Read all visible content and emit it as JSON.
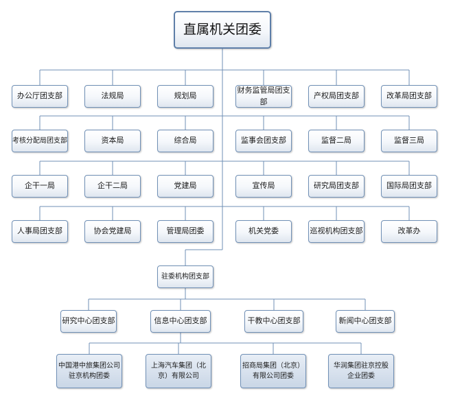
{
  "root": "直属机关团委",
  "row1": [
    "办公厅团支部",
    "法规局",
    "规划局",
    "财务监管局团支部",
    "产权局团支部",
    "改革局团支部"
  ],
  "row2": [
    "考核分配局团支部",
    "资本局",
    "综合局",
    "监事会团支部",
    "监督二局",
    "监督三局"
  ],
  "row3": [
    "企干一局",
    "企干二局",
    "党建局",
    "宣传局",
    "研究局团支部",
    "国际局团支部"
  ],
  "row4": [
    "人事局团支部",
    "协会党建局",
    "管理局团委",
    "机关党委",
    "巡视机构团支部",
    "改革办"
  ],
  "sub_hub": "驻委机构团支部",
  "centers": [
    "研究中心团支部",
    "信息中心团支部",
    "干教中心团支部",
    "新闻中心团支部"
  ],
  "enterprises": [
    "中国港中旅集团公司\n驻京机构团委",
    "上海汽车集团（北\n京）有限公司",
    "招商局集团（北京）\n有限公司团委",
    "华润集团驻京控股\n企业团委"
  ],
  "colors": {
    "line": "#6f8fb5",
    "box_border": "#6f8fb5",
    "enterprise_fill": "#c9d6e6"
  }
}
